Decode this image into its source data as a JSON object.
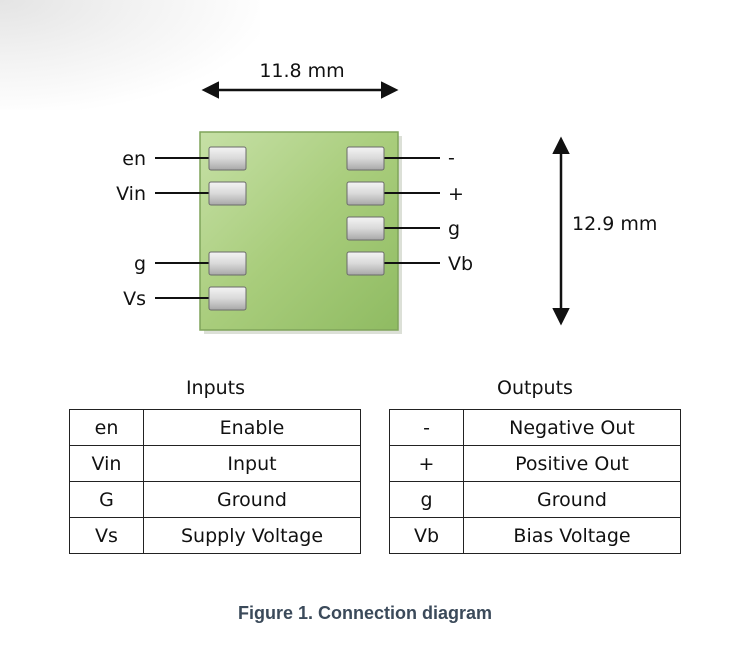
{
  "diagram": {
    "width_dimension": "11.8 mm",
    "height_dimension": "12.9 mm",
    "left_pins": [
      "en",
      "Vin",
      "g",
      "Vs"
    ],
    "right_pins": [
      "-",
      "+",
      "g",
      "Vb"
    ]
  },
  "inputs_table": {
    "title": "Inputs",
    "rows": [
      {
        "pin": "en",
        "function": "Enable"
      },
      {
        "pin": "Vin",
        "function": "Input"
      },
      {
        "pin": "G",
        "function": "Ground"
      },
      {
        "pin": "Vs",
        "function": "Supply Voltage"
      }
    ]
  },
  "outputs_table": {
    "title": "Outputs",
    "rows": [
      {
        "pin": "-",
        "function": "Negative Out"
      },
      {
        "pin": "+",
        "function": "Positive Out"
      },
      {
        "pin": "g",
        "function": "Ground"
      },
      {
        "pin": "Vb",
        "function": "Bias Voltage"
      }
    ]
  },
  "caption": "Figure 1. Connection diagram",
  "colors": {
    "package": "#a9cd7c",
    "package_border": "#7fa45a",
    "caption": "#3b4a5a"
  }
}
